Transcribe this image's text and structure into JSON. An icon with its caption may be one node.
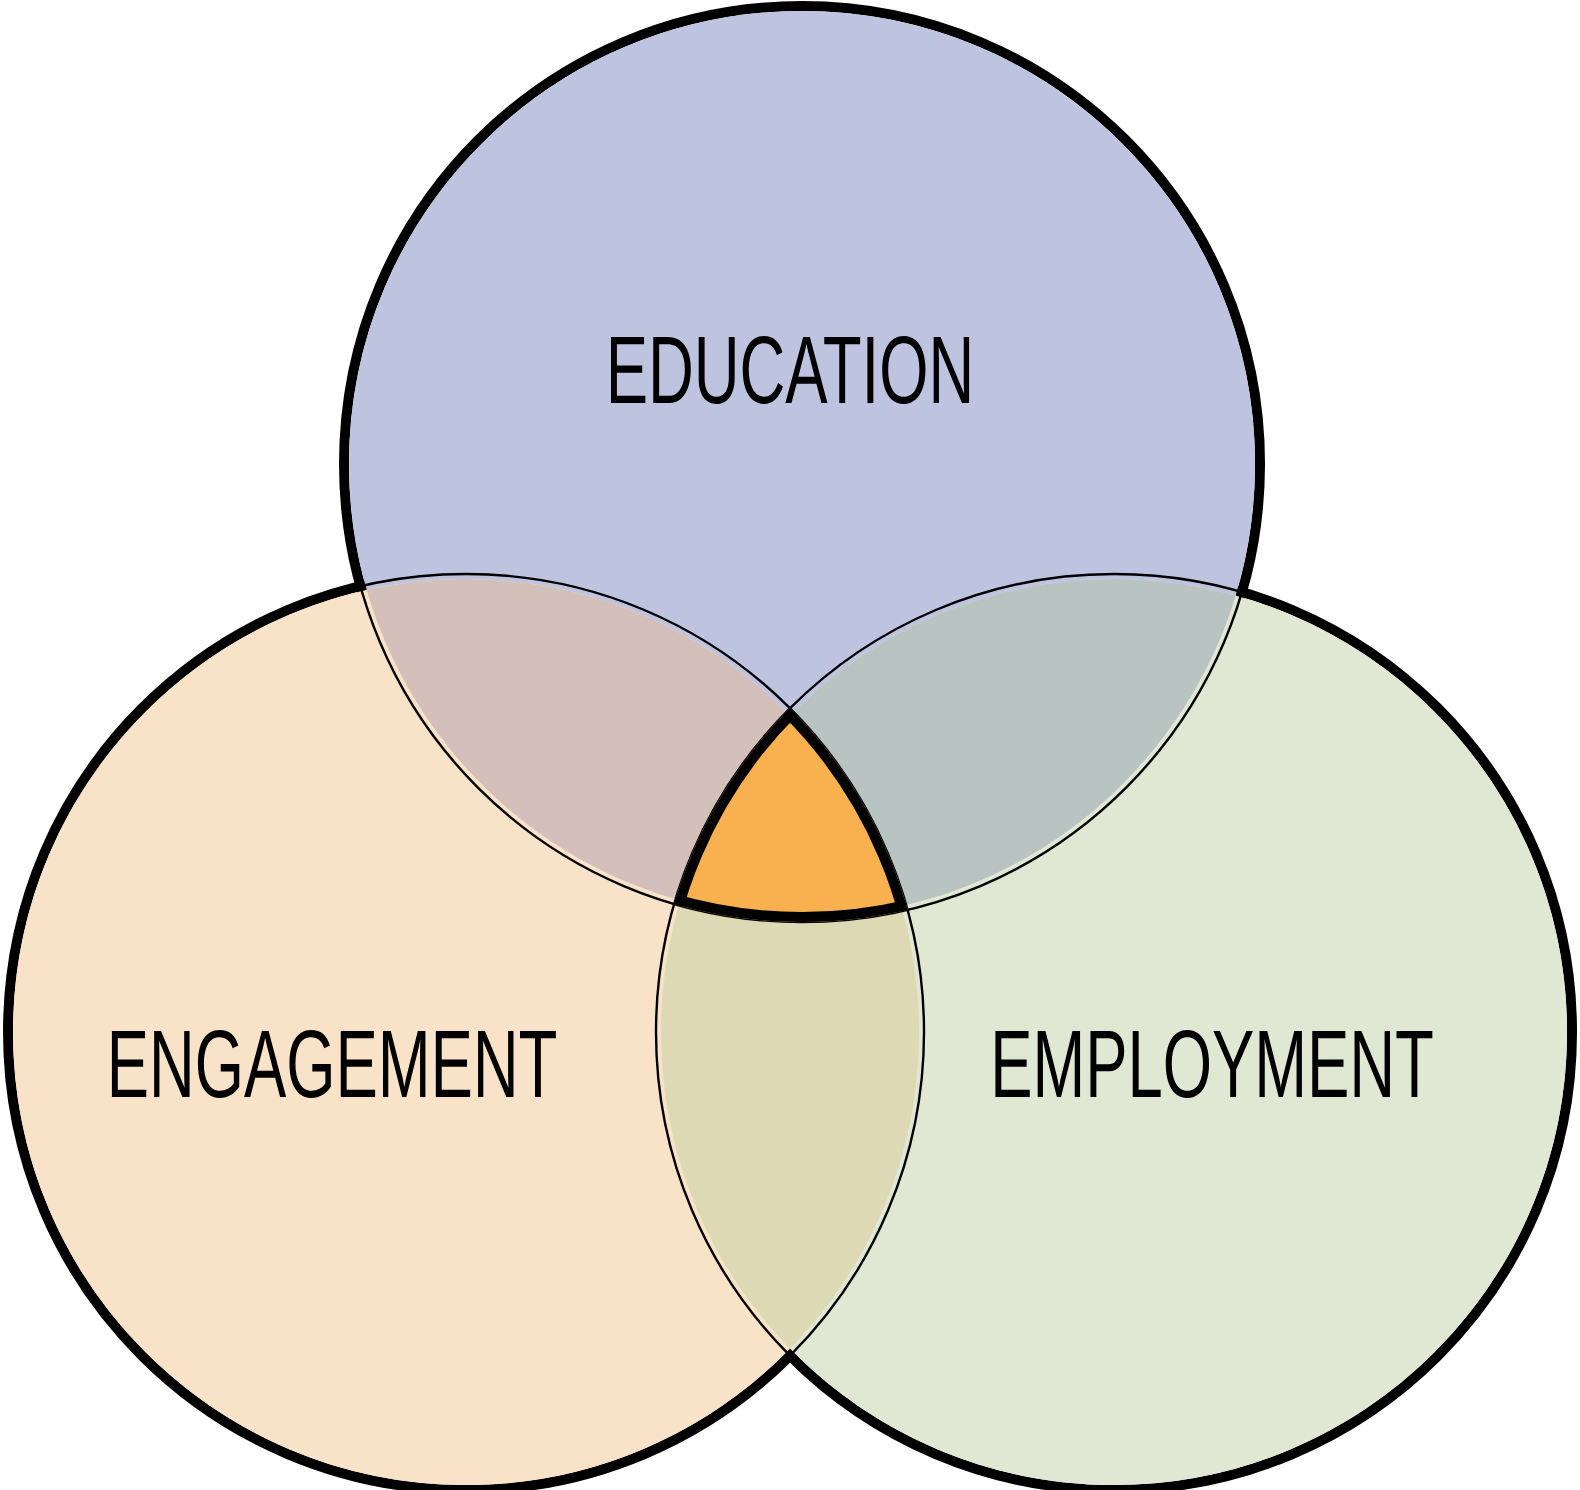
{
  "diagram": {
    "nodes": [
      {
        "text": [
          "EDUCATION"
        ]
      },
      {
        "text": [
          "ENGAGEMENT"
        ]
      },
      {
        "text": [
          "EMPLOYMENT"
        ]
      }
    ]
  }
}
